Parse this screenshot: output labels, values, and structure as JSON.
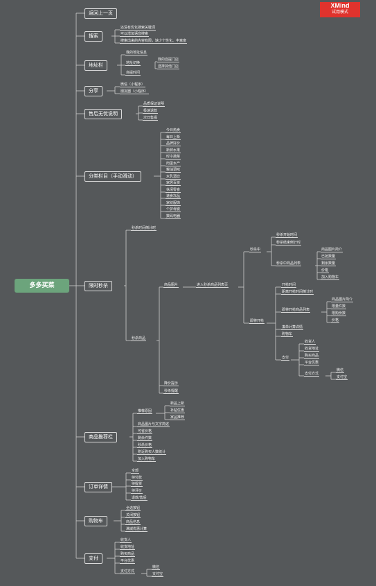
{
  "badge": {
    "brand": "XMind",
    "mode": "试用模式"
  },
  "root": "多多买菜",
  "colors": {
    "background": "#55585a",
    "root_fill": "#6ca47c",
    "line": "#cfcfcf",
    "badge": "#e0332d"
  },
  "branches": {
    "back": "返回上一页",
    "search": {
      "label": "搜索",
      "items": [
        "还没有优化搜索关键词",
        "可以增加语音搜索",
        "搜索出来的内容有限，缺少个性化、丰富度"
      ]
    },
    "address": {
      "label": "地址栏",
      "mine": "我的地址信息",
      "switch": "地址切换",
      "switch_items": [
        "我的自提门店",
        "选择其他门店"
      ],
      "pickup": "自提时间"
    },
    "share": {
      "label": "分享",
      "items": [
        "微信（小程序）",
        "朋友圈（小程序）"
      ]
    },
    "aftersale": {
      "label": "售后无忧说明",
      "items": [
        "品质保证说明",
        "极速退款",
        "次日售提"
      ]
    },
    "category": {
      "label": "分类栏目（手动滑动）",
      "items": [
        "今日热卖",
        "每日上新",
        "品牌好价",
        "新鲜水果",
        "时令蔬菜",
        "肉蛋水产",
        "粮油调味",
        "水乳酒饮",
        "家居百货",
        "休闲零食",
        "速食冻品",
        "家纺服饰",
        "个护母婴",
        "数码电器"
      ]
    },
    "flash": {
      "label": "限时秒杀",
      "countdown": "秒杀时间倒计时",
      "goods": "秒杀商品",
      "img": "商品图片",
      "enter": "进入秒杀商品列表页",
      "ongoing": "秒杀中",
      "ongoing_items": [
        "秒杀开始时间",
        "秒杀结束倒计时",
        "秒杀中商品列表"
      ],
      "ongoing_list": [
        "商品图片简介",
        "已抢数量",
        "剩余数量",
        "价格",
        "加入购物车"
      ],
      "upcoming": "即将开抢",
      "upcoming_items": [
        "开抢时间",
        "距离开抢时间倒计时",
        "即将开抢商品列表",
        "凑单计算详情",
        "购物车",
        "支付"
      ],
      "upcoming_list": [
        "商品图片简介",
        "限量件数",
        "限购份数",
        "价格"
      ],
      "pay_items": [
        "收货人",
        "收货地址",
        "购买商品",
        "平台优惠",
        "支付方式"
      ],
      "pay_methods": [
        "微信",
        "支付宝"
      ],
      "extra": [
        "降价提示",
        "秒杀提醒"
      ]
    },
    "recommend": {
      "label": "商品推荐栏",
      "tags": "推荐原因",
      "tag_items": [
        "新品上新",
        "补贴优惠",
        "家品推荐"
      ],
      "items": [
        "商品图片与文字简述",
        "可省价格",
        "剩余件数",
        "秒杀价格",
        "附近购买人数统计",
        "加入购物车"
      ]
    },
    "orders": {
      "label": "订单详情",
      "items": [
        "全部",
        "待付款",
        "待提货",
        "待评价",
        "退款/售后"
      ]
    },
    "cart": {
      "label": "购物车",
      "items": [
        "全选按钮",
        "关闭按钮",
        "商品信息",
        "满减优惠计算"
      ]
    },
    "pay": {
      "label": "支付",
      "items": [
        "收货人",
        "收货地址",
        "购买商品",
        "平台优惠",
        "支付方式"
      ],
      "methods": [
        "微信",
        "支付宝"
      ]
    }
  }
}
